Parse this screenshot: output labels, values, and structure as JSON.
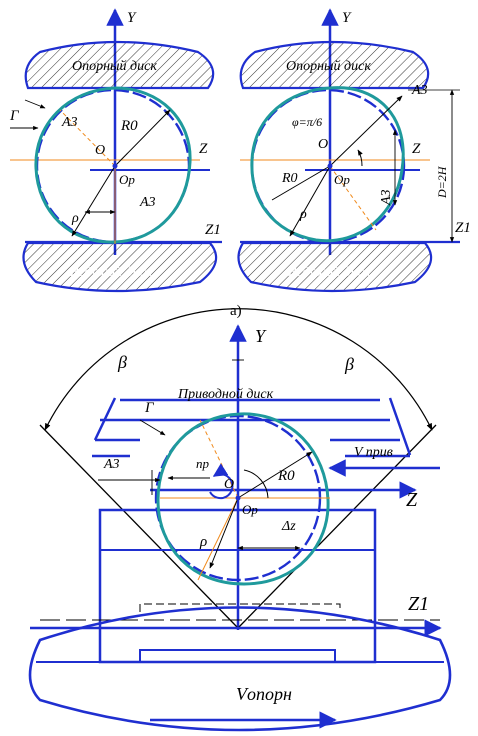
{
  "colors": {
    "blue": "#1f2fd0",
    "teal": "#1f9a9c",
    "orange": "#f08a1c",
    "black": "#000000"
  },
  "top_left": {
    "axis_y": "Y",
    "axis_z": "Z",
    "axis_z1": "Z1",
    "support_disk": "Опорный диск",
    "drive_disk": "Ведущий диск",
    "gamma": "Г",
    "a3_upper": "A3",
    "a3_lower": "A3",
    "r0": "R0",
    "origin_o": "O",
    "origin_op": "Op",
    "rho": "ρ"
  },
  "top_right": {
    "axis_y": "Y",
    "axis_z": "Z",
    "axis_z1": "Z1",
    "support_disk": "Опорный диск",
    "drive_disk": "Ведущий диск",
    "angle": "φ=π/6",
    "a3_top": "A3",
    "a3_side": "A3",
    "r0": "R0",
    "origin_o": "O",
    "origin_op": "Op",
    "rho": "ρ",
    "dimension": "D=2H"
  },
  "caption_a": "а)",
  "bottom": {
    "axis_y": "Y",
    "axis_z": "Z",
    "axis_z1": "Z1",
    "beta_left": "β",
    "beta_right": "β",
    "drive_disk": "Приводной диск",
    "gamma": "Г",
    "a3": "A3",
    "np": "np",
    "r0": "R0",
    "origin_o": "O",
    "origin_op": "Op",
    "v_drive": "V прив",
    "rho": "ρ",
    "dz": "Δz",
    "v_support": "Vопорн"
  }
}
